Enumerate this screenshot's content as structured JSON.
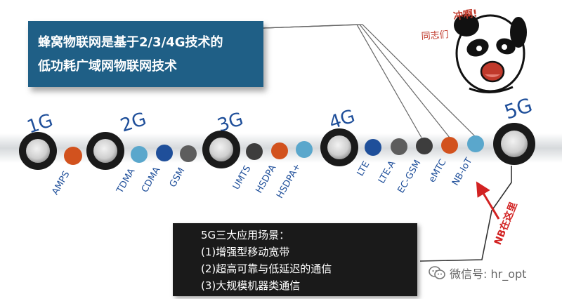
{
  "callout": {
    "line1": "蜂窝物联网是基于2/3/4G技术的",
    "line2": "低功耗广域网物联网技术"
  },
  "generations": [
    "1G",
    "2G",
    "3G",
    "4G",
    "5G"
  ],
  "technologies": [
    "AMPS",
    "TDMA",
    "CDMA",
    "GSM",
    "UMTS",
    "HSDPA",
    "HSDPA+",
    "LTE",
    "LTE-A",
    "EC-GSM",
    "eMTC",
    "NB-IoT"
  ],
  "applications": {
    "title": "5G三大应用场景：",
    "items": [
      "(1)增强型移动宽带",
      "(2)超高可靠与低延迟的通信",
      "(3)大规模机器类通信"
    ]
  },
  "annotation": {
    "nb_here": "NB在这里"
  },
  "mascot": {
    "exclaim": "冲啊!",
    "comrades": "同志们"
  },
  "watermark": {
    "text": "微信号: hr_opt"
  },
  "colors": {
    "callout_bg": "#1f5f86",
    "track": "#cfd3d6",
    "orange": "#d2521e",
    "light_blue": "#5aa7cc",
    "dark_blue": "#1f4f9a",
    "gray": "#5d5d5d",
    "dark": "#3d3d3d",
    "arrow_red": "#d22222",
    "label_blue": "#1f4f9a"
  }
}
